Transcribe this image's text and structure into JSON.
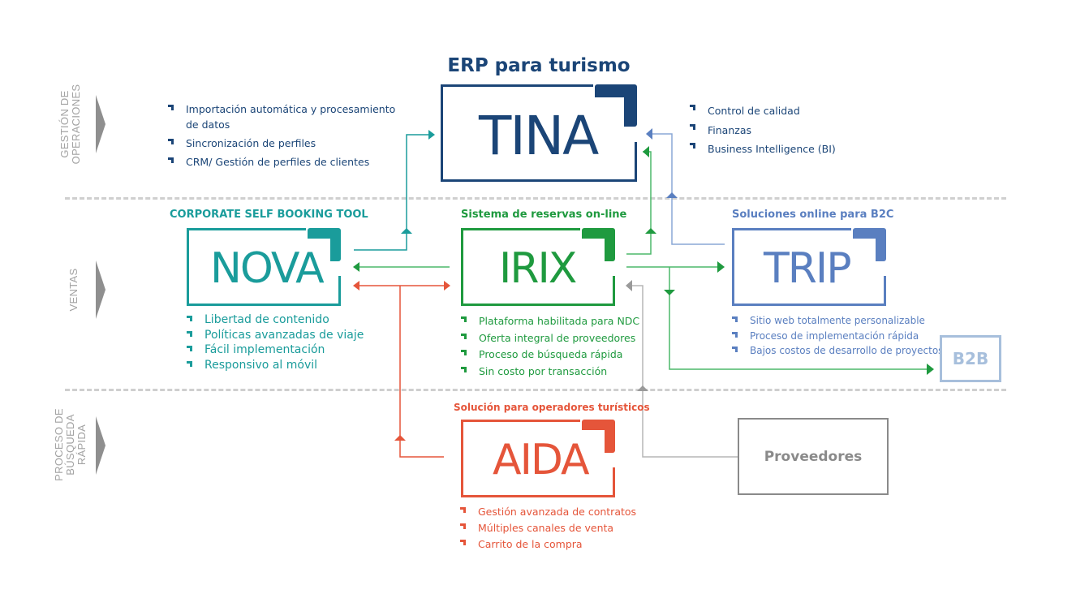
{
  "colors": {
    "tina": "#1b4577",
    "nova": "#1a9c9b",
    "irix": "#1f9a3f",
    "trip": "#5a7fc0",
    "aida": "#e5553a",
    "b2b": "#a7bfdc",
    "proveedores": "#8a8a8a",
    "lane": "#a3a3a3"
  },
  "lanes": [
    {
      "label_lines": [
        "GESTIÓN DE",
        "OPERACIONES"
      ]
    },
    {
      "label_lines": [
        "VENTAS"
      ]
    },
    {
      "label_lines": [
        "PROCESO DE",
        "BÚSQUEDA",
        "RÁPIDA"
      ]
    }
  ],
  "tina": {
    "heading": "ERP para turismo",
    "name": "TINA",
    "features_left": [
      "Importación automática y procesamiento",
      "de datos",
      "Sincronización de perfiles",
      "CRM/ Gestión de perfiles de clientes"
    ],
    "features_right": [
      "Control de calidad",
      "Finanzas",
      "Business Intelligence (BI)"
    ]
  },
  "nova": {
    "subtitle": "CORPORATE SELF BOOKING TOOL",
    "name": "NOVA",
    "features": [
      "Libertad de contenido",
      "Políticas avanzadas de viaje",
      "Fácil implementación",
      "Responsivo al móvil"
    ]
  },
  "irix": {
    "subtitle": "Sistema de reservas on-line",
    "name": "IRIX",
    "features": [
      "Plataforma habilitada para NDC",
      "Oferta integral de proveedores",
      "Proceso de búsqueda rápida",
      "Sin costo por transacción"
    ]
  },
  "trip": {
    "subtitle": "Soluciones online para B2C",
    "name": "TRIP",
    "features": [
      "Sitio web totalmente personalizable",
      "Proceso de implementación rápida",
      "Bajos costos de desarrollo de proyectos"
    ]
  },
  "b2b": {
    "name": "B2B"
  },
  "aida": {
    "subtitle": "Solución para operadores turísticos",
    "name": "AIDA",
    "features": [
      "Gestión avanzada de contratos",
      "Múltiples canales de venta",
      "Carrito de la compra"
    ]
  },
  "proveedores": {
    "name": "Proveedores"
  }
}
